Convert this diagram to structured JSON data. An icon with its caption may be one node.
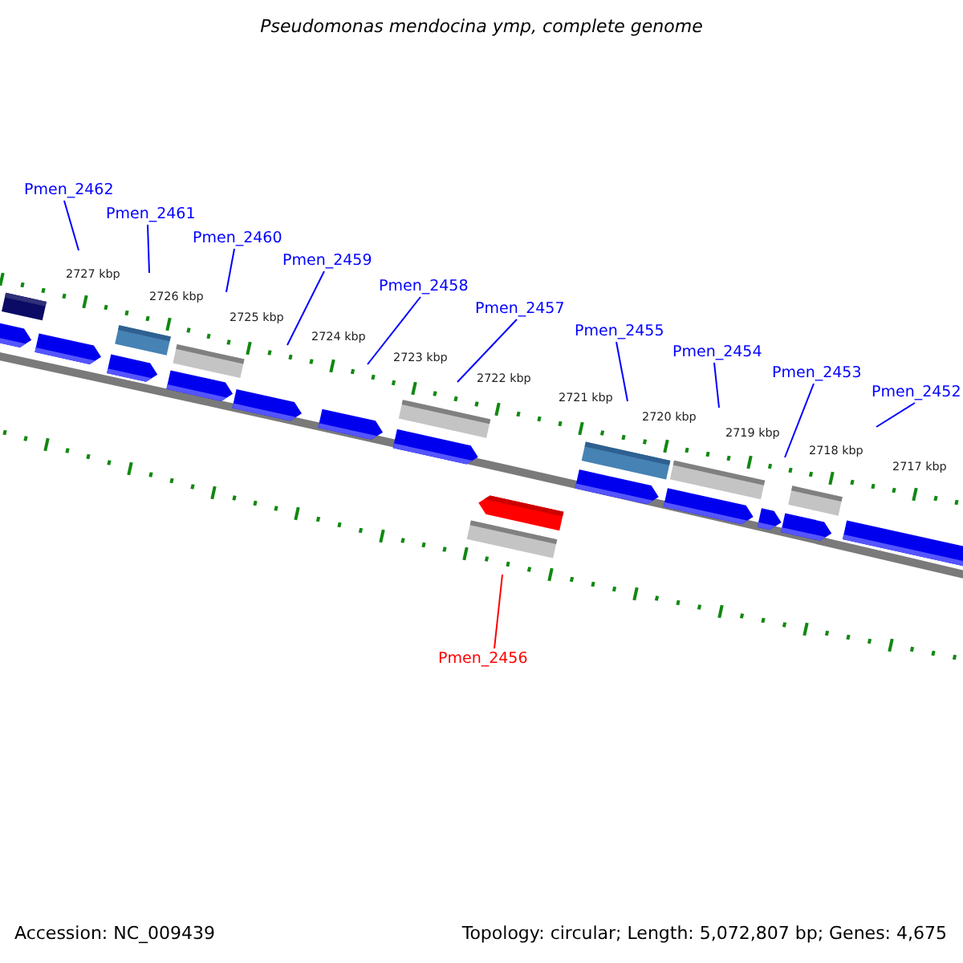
{
  "diagram": {
    "title": "Pseudomonas mendocina ymp, complete genome",
    "nodes": [
      {
        "text": [
          "Pmen_2462"
        ]
      },
      {
        "text": [
          "Pmen_2461"
        ]
      },
      {
        "text": [
          "Pmen_2460"
        ]
      },
      {
        "text": [
          "Pmen_2459"
        ]
      },
      {
        "text": [
          "Pmen_2458"
        ]
      },
      {
        "text": [
          "Pmen_2457"
        ]
      },
      {
        "text": [
          "Pmen_2455"
        ]
      },
      {
        "text": [
          "Pmen_2454"
        ]
      },
      {
        "text": [
          "Pmen_2453"
        ]
      },
      {
        "text": [
          "Pmen_2452"
        ]
      },
      {
        "text": [
          "Pmen_2456"
        ]
      }
    ],
    "edges": [
      {
        "from": 0,
        "to": null,
        "arrow": "none"
      },
      {
        "from": 1,
        "to": null,
        "arrow": "none"
      },
      {
        "from": 2,
        "to": null,
        "arrow": "none"
      },
      {
        "from": 3,
        "to": null,
        "arrow": "none"
      },
      {
        "from": 4,
        "to": null,
        "arrow": "none"
      },
      {
        "from": 5,
        "to": null,
        "arrow": "none"
      },
      {
        "from": 6,
        "to": null,
        "arrow": "none"
      },
      {
        "from": 7,
        "to": null,
        "arrow": "none"
      },
      {
        "from": 8,
        "to": null,
        "arrow": "none"
      },
      {
        "from": 9,
        "to": null,
        "arrow": "none"
      },
      {
        "from": 10,
        "to": null,
        "arrow": "none",
        "color": "#ff0000"
      }
    ],
    "labels": [
      "2727 kbp",
      "2726 kbp",
      "2725 kbp",
      "2724 kbp",
      "2723 kbp",
      "2722 kbp",
      "2721 kbp",
      "2720 kbp",
      "2719 kbp",
      "2718 kbp",
      "2717 kbp",
      "Accession: NC_009439",
      "Topology: circular; Length: 5,072,807 bp; Genes: 4,675"
    ]
  }
}
